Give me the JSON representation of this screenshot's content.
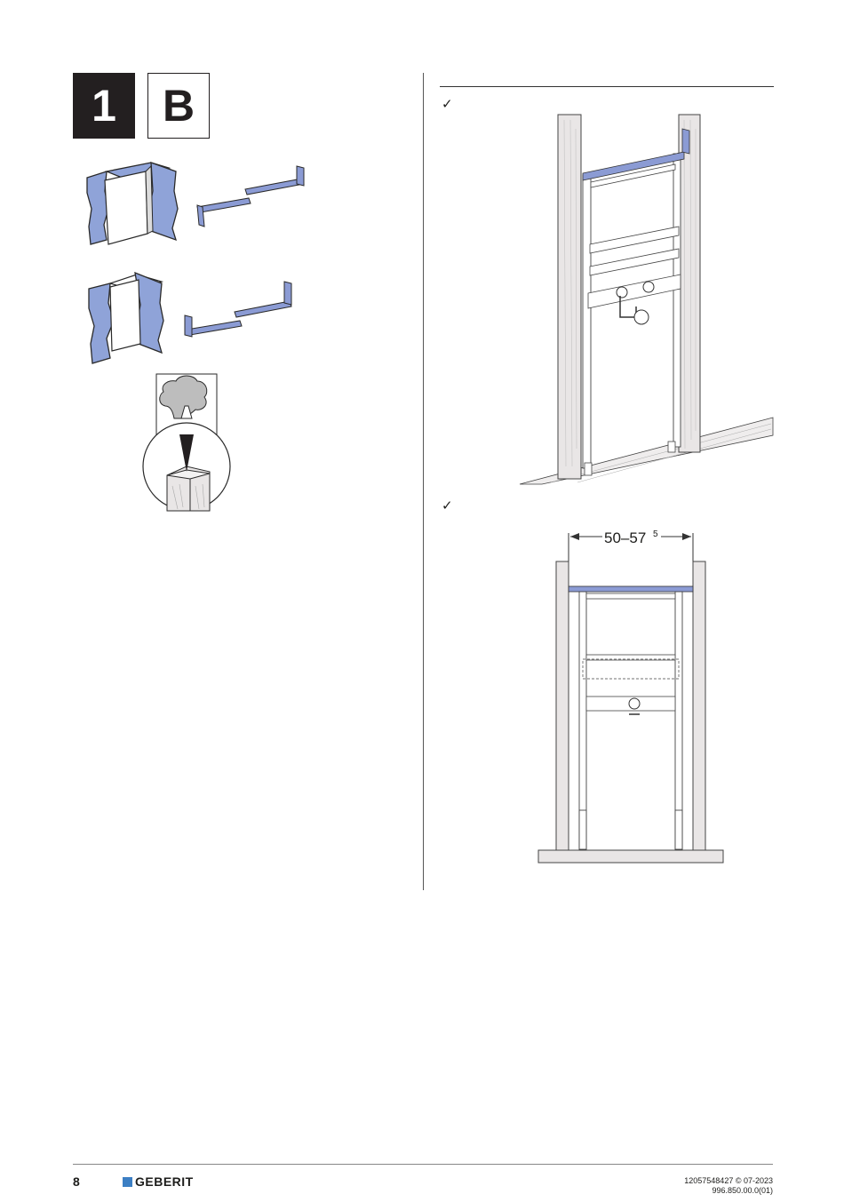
{
  "step": {
    "number": "1",
    "variant": "B"
  },
  "checks": {
    "first": "✓",
    "second": "✓"
  },
  "dimension": {
    "main": "50–57",
    "superscript": "5"
  },
  "footer": {
    "page_number": "8",
    "brand": "GEBERIT",
    "doc_id": "12057548427 © 07-2023",
    "doc_ref": "996.850.00.0(01)"
  },
  "colors": {
    "accent_blue": "#8fa3d8",
    "bracket_blue": "#8b9bd4",
    "brand_blue": "#3c7fc4",
    "wood": "#e9e6e6"
  }
}
